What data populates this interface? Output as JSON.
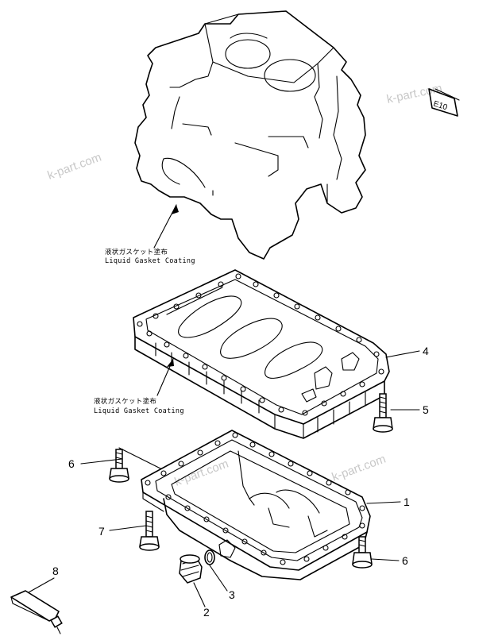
{
  "watermarks": [
    "k-part.com",
    "k-part.com",
    "k-part.com",
    "k-part.com"
  ],
  "top_right_label": "E10",
  "notes": {
    "upper_jp": "液状ガスケット塗布",
    "upper_en": "Liquid Gasket Coating",
    "lower_jp": "液状ガスケット塗布",
    "lower_en": "Liquid Gasket Coating"
  },
  "callouts": {
    "c1": "1",
    "c2": "2",
    "c3": "3",
    "c4": "4",
    "c5": "5",
    "c6a": "6",
    "c6b": "6",
    "c7": "7",
    "c8": "8"
  }
}
